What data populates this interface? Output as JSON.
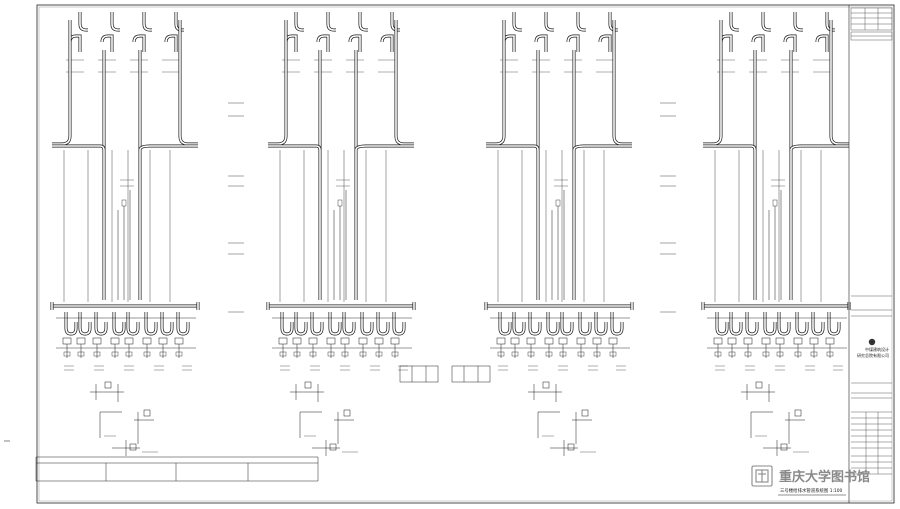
{
  "sheet": {
    "drawing_title": "三号楼给排水管道系统图 1:100"
  },
  "title_block": {
    "institute_line_1": "中煤建筑设计",
    "institute_line_2": "研究总院有限公司"
  },
  "watermark": {
    "text": "重庆大学图书馆",
    "icon": "library-book-icon"
  },
  "colors": {
    "line": "#1a1a1a",
    "watermark": "#8a8a8a"
  }
}
